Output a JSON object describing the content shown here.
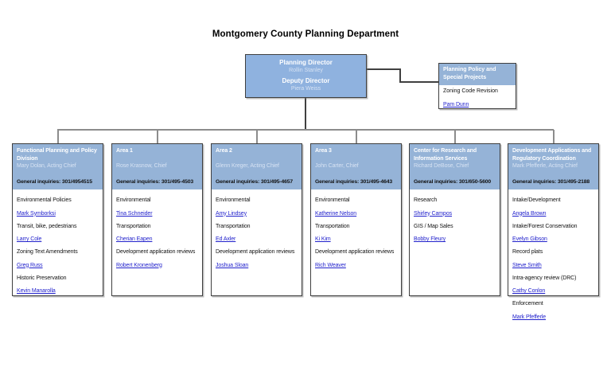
{
  "page": {
    "title": "Montgomery County Planning Department"
  },
  "colors": {
    "header_blue": "#95B3D7",
    "director_blue": "#8FB2DF",
    "chief_text": "#D6E2F3",
    "link_blue": "#2222CC",
    "border_dark": "#3F3F3F",
    "connector_gray": "#8C8C8C",
    "connector_dark": "#404040"
  },
  "director_box": {
    "role_1": "Planning Director",
    "name_1": "Rollin Stanley",
    "role_2": "Deputy Director",
    "name_2": "Piera Weiss"
  },
  "policy_box": {
    "title": "Planning Policy and Special Projects",
    "item": {
      "label": "Zoning Code Revision",
      "name": "Pam Dunn"
    }
  },
  "divisions": [
    {
      "title": "Functional Planning and Policy Division",
      "chief": "Mary Dolan, Acting Chief",
      "inquiries": "General inquiries: 301/4954515",
      "items": [
        {
          "label": "Environmental Policies",
          "name": "Mark Symborksi"
        },
        {
          "label": "Transit, bike, pedestrians",
          "name": "Larry Cole"
        },
        {
          "label": "Zoning Text Amendments",
          "name": "Greg Russ"
        },
        {
          "label": "Historic Preservation",
          "name": "Kevin Manarolla"
        }
      ]
    },
    {
      "title": "Area 1",
      "chief": "Rose Krasnow, Chief",
      "inquiries": "General inquiries: 301/495-4503",
      "items": [
        {
          "label": "Environmental",
          "name": "Tina Schneider"
        },
        {
          "label": "Transportation",
          "name": "Cherian Eapen"
        },
        {
          "label": "Development application reviews",
          "name": "Robert Kronenberg"
        }
      ]
    },
    {
      "title": "Area 2",
      "chief": "Glenn Kreger, Acting Chief",
      "inquiries": "General inquiries: 301/495-4657",
      "items": [
        {
          "label": "Environmental",
          "name": "Amy Lindsey"
        },
        {
          "label": "Transportation",
          "name": "Ed Axler"
        },
        {
          "label": "Development application reviews",
          "name": "Joshua Sloan"
        }
      ]
    },
    {
      "title": "Area 3",
      "chief": "John Carter, Chief",
      "inquiries": "General inquiries: 301/495-4643",
      "items": [
        {
          "label": "Environmental",
          "name": "Katherine Nelson"
        },
        {
          "label": "Transportation",
          "name": "Ki Kim"
        },
        {
          "label": "Development application reviews",
          "name": "Rich Weaver"
        }
      ]
    },
    {
      "title": "Center for Research and Information Services",
      "chief": "Richard DeBose, Chief",
      "inquiries": "General inquiries:  301/650-5600",
      "items": [
        {
          "label": "Research",
          "name": "Shirley Campos"
        },
        {
          "label": "GIS / Map Sales",
          "name": "Bobby Fleury"
        }
      ]
    },
    {
      "title": "Development Applications and Regulatory Coordination",
      "chief": "Mark Pfefferle, Acting Chief",
      "inquiries": "General inquiries: 301/495-2188",
      "items": [
        {
          "label": "Intake/Development",
          "name": "Angela Brown"
        },
        {
          "label": "Intake/Forest Conservation",
          "name": "Evelyn Gibson"
        },
        {
          "label": "Record plats",
          "name": "Steve Smith"
        },
        {
          "label": "Intra-agency review (DRC)",
          "name": "Cathy Conlon"
        },
        {
          "label": "Enforcement",
          "name": "Mark Pfefferle"
        }
      ]
    }
  ]
}
